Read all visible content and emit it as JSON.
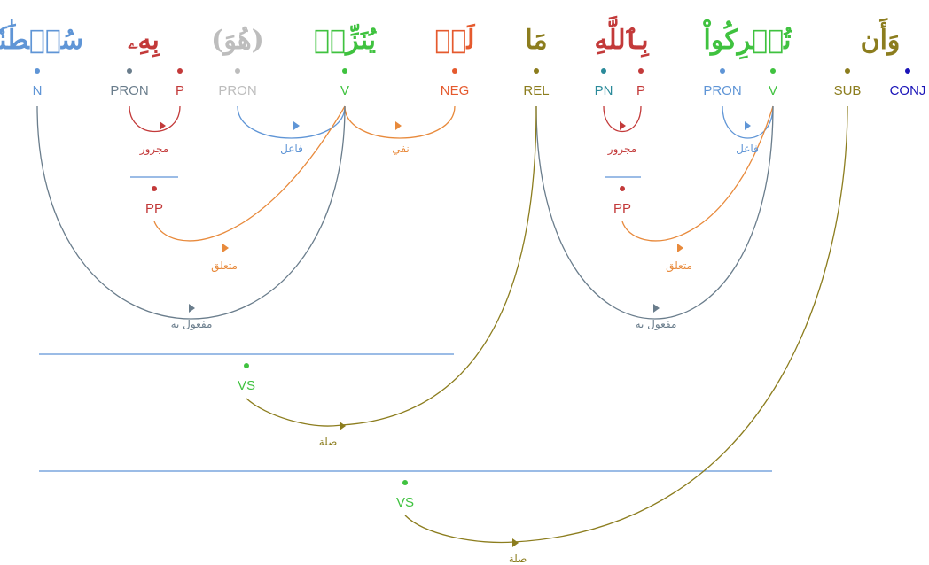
{
  "colors": {
    "green": "#3fc23f",
    "olive": "#8c7d1e",
    "navy": "#1a14b8",
    "lightblue": "#5f95d6",
    "red": "#c33a3a",
    "teal": "#2a8a9a",
    "orange": "#e55a2e",
    "arcorange": "#e88a3c",
    "slate": "#6a7d8c",
    "gray": "#bdbdbd",
    "rulerblue": "#5f95d6"
  },
  "words": [
    {
      "id": "w-wa-an",
      "text": "وَأَن",
      "color": "olive"
    },
    {
      "id": "w-tushriku",
      "text": "تُشۡرِكُواْ",
      "color": "green"
    },
    {
      "id": "w-billahi",
      "text": "بِٱللَّهِ",
      "color": "red"
    },
    {
      "id": "w-ma",
      "text": "مَا",
      "color": "olive"
    },
    {
      "id": "w-lam",
      "text": "لَمۡ",
      "color": "orange"
    },
    {
      "id": "w-yunazzil",
      "text": "يُنَزِّلۡ",
      "color": "green"
    },
    {
      "id": "w-huwa",
      "text": "(هُوَ)",
      "color": "gray"
    },
    {
      "id": "w-bihi",
      "text": "بِهِۦ",
      "color": "red"
    },
    {
      "id": "w-sultanan",
      "text": "سُلۡطَٰنٗا",
      "color": "lightblue"
    }
  ],
  "tags": [
    {
      "id": "t-conj",
      "text": "CONJ",
      "color": "navy"
    },
    {
      "id": "t-sub",
      "text": "SUB",
      "color": "olive"
    },
    {
      "id": "t-v1",
      "text": "V",
      "color": "green"
    },
    {
      "id": "t-pron1",
      "text": "PRON",
      "color": "lightblue"
    },
    {
      "id": "t-p1",
      "text": "P",
      "color": "red"
    },
    {
      "id": "t-pn",
      "text": "PN",
      "color": "teal"
    },
    {
      "id": "t-rel",
      "text": "REL",
      "color": "olive"
    },
    {
      "id": "t-neg",
      "text": "NEG",
      "color": "orange"
    },
    {
      "id": "t-v2",
      "text": "V",
      "color": "green"
    },
    {
      "id": "t-pron2",
      "text": "PRON",
      "color": "gray"
    },
    {
      "id": "t-p2",
      "text": "P",
      "color": "red"
    },
    {
      "id": "t-pron3",
      "text": "PRON",
      "color": "slate"
    },
    {
      "id": "t-n",
      "text": "N",
      "color": "lightblue"
    },
    {
      "id": "t-pp1",
      "text": "PP",
      "color": "red"
    },
    {
      "id": "t-pp2",
      "text": "PP",
      "color": "red"
    },
    {
      "id": "t-vs1",
      "text": "VS",
      "color": "green"
    },
    {
      "id": "t-vs2",
      "text": "VS",
      "color": "green"
    }
  ],
  "relations": [
    {
      "id": "r-fail1",
      "text": "فاعل",
      "color": "lightblue"
    },
    {
      "id": "r-majrur1",
      "text": "مجرور",
      "color": "red"
    },
    {
      "id": "r-mutaalliq1",
      "text": "متعلق",
      "color": "arcorange"
    },
    {
      "id": "r-mafool1",
      "text": "مفعول به",
      "color": "slate"
    },
    {
      "id": "r-majrur2",
      "text": "مجرور",
      "color": "red"
    },
    {
      "id": "r-fail2",
      "text": "فاعل",
      "color": "lightblue"
    },
    {
      "id": "r-nafi",
      "text": "نفي",
      "color": "arcorange"
    },
    {
      "id": "r-mutaalliq2",
      "text": "متعلق",
      "color": "arcorange"
    },
    {
      "id": "r-mafool2",
      "text": "مفعول به",
      "color": "slate"
    },
    {
      "id": "r-sila1",
      "text": "صلة",
      "color": "olive"
    },
    {
      "id": "r-sila2",
      "text": "صلة",
      "color": "olive"
    }
  ]
}
